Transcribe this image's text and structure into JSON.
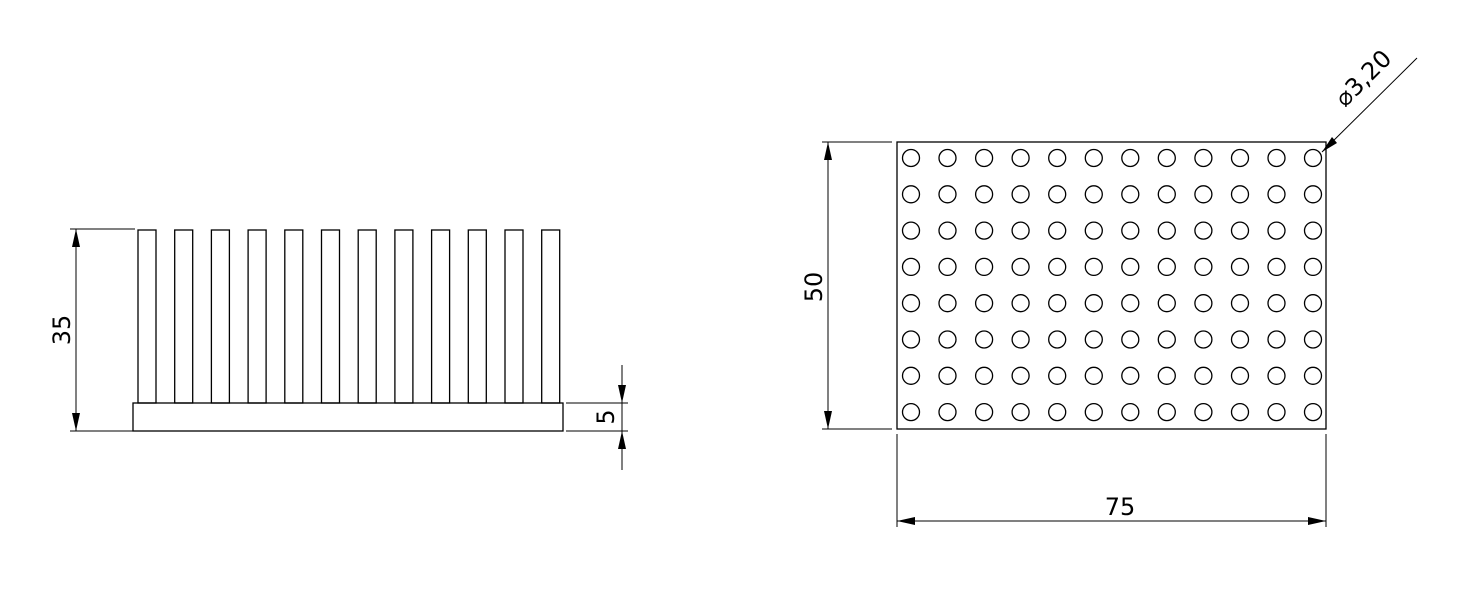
{
  "drawing": {
    "side_view": {
      "total_height_label": "35",
      "base_thickness_label": "5",
      "pin_count": 12
    },
    "top_view": {
      "height_label": "50",
      "width_label": "75",
      "pin_diameter_label": "⌀3,20",
      "pin_columns": 12,
      "pin_rows": 8
    }
  }
}
